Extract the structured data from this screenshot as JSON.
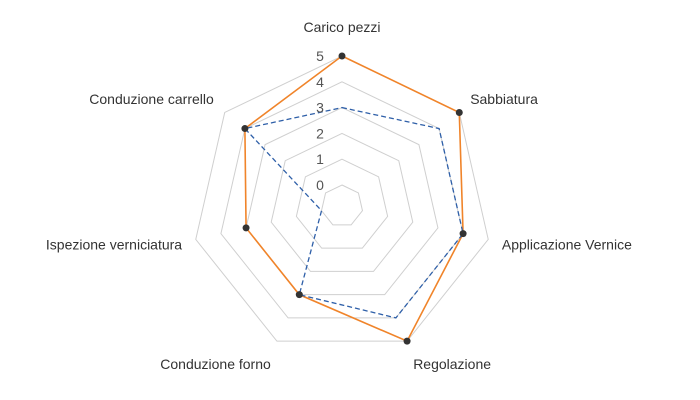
{
  "chart_data": {
    "type": "radar",
    "categories": [
      "Carico pezzi",
      "Sabbiatura",
      "Applicazione Vernice",
      "Regolazione",
      "Conduzione forno",
      "Ispezione verniciatura",
      "Conduzione carrello"
    ],
    "tick_labels": [
      "0",
      "1",
      "2",
      "3",
      "4",
      "5"
    ],
    "rmin": -1,
    "rmax": 5,
    "grid": true,
    "series": [
      {
        "values": [
          5,
          5,
          4,
          5,
          3,
          3,
          4
        ],
        "color": "#F0842A",
        "line_style": "solid",
        "markers": true
      },
      {
        "values": [
          3,
          4,
          4,
          4,
          3,
          0,
          4
        ],
        "color": "#2E5FA8",
        "line_style": "dashed",
        "markers": false
      }
    ],
    "grid_color": "#cfcfcf",
    "marker_color": "#333333"
  }
}
